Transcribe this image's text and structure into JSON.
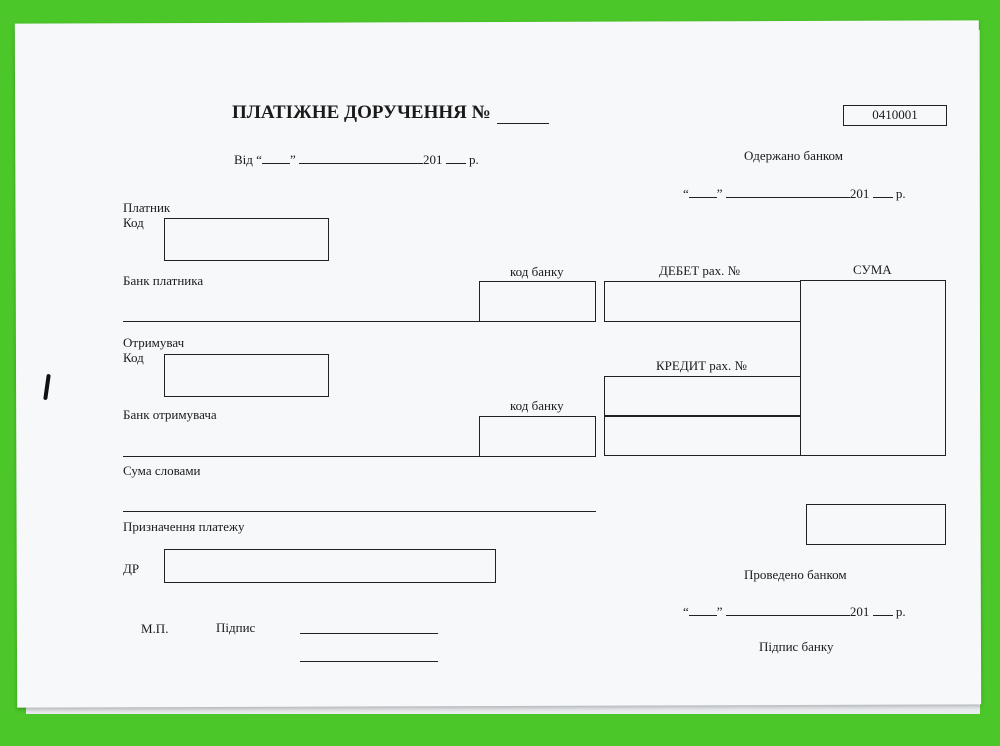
{
  "form": {
    "title": "ПЛАТІЖНЕ ДОРУЧЕННЯ №",
    "form_code": "0410001",
    "from_label": "Від",
    "date_quote_open": "“",
    "date_quote_close": "”",
    "year_prefix": "201",
    "year_suffix": "р.",
    "received_label": "Одержано банком",
    "payer_label": "Платник",
    "payer_code_label": "Код",
    "payer_bank_label": "Банк платника",
    "bank_code_label_1": "код банку",
    "debit_label": "ДЕБЕТ рах. №",
    "sum_label": "СУМА",
    "recipient_label": "Отримувач",
    "recipient_code_label": "Код",
    "recipient_bank_label": "Банк отримувача",
    "bank_code_label_2": "код банку",
    "credit_label": "КРЕДИТ рах. №",
    "sum_words_label": "Сума словами",
    "purpose_label": "Призначення платежу",
    "dr_label": "ДР",
    "stamp_label": "М.П.",
    "signature_label": "Підпис",
    "processed_label": "Проведено банком",
    "bank_signature_label": "Підпис банку"
  }
}
